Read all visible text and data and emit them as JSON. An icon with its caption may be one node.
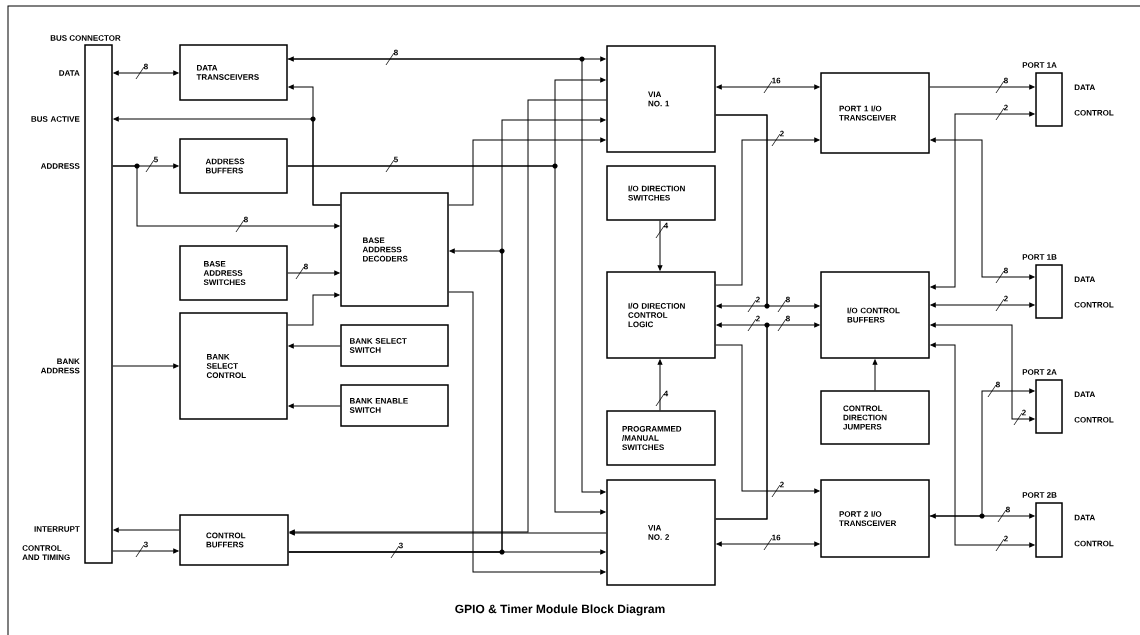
{
  "diagram": {
    "title": "GPIO & Timer Module Block Diagram",
    "nodes": [
      {
        "text": [
          "BUS CONNECTOR"
        ],
        "beside": [
          "DATA",
          "BUS ACTIVE",
          "ADDRESS",
          "BANK ADDRESS",
          "INTERRUPT",
          "CONTROL AND TIMING"
        ]
      },
      {
        "text": [
          "DATA TRANSCEIVERS"
        ]
      },
      {
        "text": [
          "ADDRESS BUFFERS"
        ]
      },
      {
        "text": [
          "BASE ADDRESS DECODERS"
        ]
      },
      {
        "text": [
          "BASE ADDRESS SWITCHES"
        ]
      },
      {
        "text": [
          "BANK SELECT CONTROL"
        ]
      },
      {
        "text": [
          "BANK SELECT SWITCH"
        ]
      },
      {
        "text": [
          "BANK ENABLE SWITCH"
        ]
      },
      {
        "text": [
          "CONTROL BUFFERS"
        ]
      },
      {
        "text": [
          "VIA NO. 1"
        ]
      },
      {
        "text": [
          "I/O DIRECTION SWITCHES"
        ]
      },
      {
        "text": [
          "I/O DIRECTION CONTROL LOGIC"
        ]
      },
      {
        "text": [
          "PROGRAMMED /MANUAL SWITCHES"
        ]
      },
      {
        "text": [
          "VIA NO. 2"
        ]
      },
      {
        "text": [
          "PORT 1 I/O TRANSCEIVER"
        ]
      },
      {
        "text": [
          "I/O CONTROL BUFFERS"
        ]
      },
      {
        "text": [
          "CONTROL DIRECTION JUMPERS"
        ]
      },
      {
        "text": [
          "PORT 2 I/O TRANSCEIVER"
        ]
      },
      {
        "text": [
          "PORT 1A"
        ],
        "beside": [
          "DATA",
          "CONTROL"
        ]
      },
      {
        "text": [
          "PORT 1B"
        ],
        "beside": [
          "DATA",
          "CONTROL"
        ]
      },
      {
        "text": [
          "PORT 2A"
        ],
        "beside": [
          "DATA",
          "CONTROL"
        ]
      },
      {
        "text": [
          "PORT 2B"
        ],
        "beside": [
          "DATA",
          "CONTROL"
        ]
      }
    ],
    "edges": [
      {
        "from": 0,
        "to": 1,
        "arrow": "both",
        "label": "8"
      },
      {
        "from": 9,
        "to": 1,
        "arrow": "both",
        "label": "8"
      },
      {
        "from": 1,
        "to": 13,
        "arrow": "to"
      },
      {
        "from": 3,
        "to": 1,
        "arrow": "to"
      },
      {
        "from": 3,
        "to": 0,
        "arrow": "to"
      },
      {
        "from": 0,
        "to": 2,
        "arrow": "to",
        "label": "5"
      },
      {
        "from": 2,
        "to": 9,
        "arrow": "to",
        "label": "5"
      },
      {
        "from": 2,
        "to": 13,
        "arrow": "to"
      },
      {
        "from": 0,
        "to": 3,
        "arrow": "to",
        "label": "8"
      },
      {
        "from": 4,
        "to": 3,
        "arrow": "to",
        "label": "8"
      },
      {
        "from": 5,
        "to": 3,
        "arrow": "to"
      },
      {
        "from": 3,
        "to": 9,
        "arrow": "to"
      },
      {
        "from": 3,
        "to": 13,
        "arrow": "to"
      },
      {
        "from": 0,
        "to": 5,
        "arrow": "to"
      },
      {
        "from": 6,
        "to": 5,
        "arrow": "to"
      },
      {
        "from": 7,
        "to": 5,
        "arrow": "to"
      },
      {
        "from": 8,
        "to": 0,
        "arrow": "to"
      },
      {
        "from": 0,
        "to": 8,
        "arrow": "to",
        "label": "3"
      },
      {
        "from": 9,
        "to": 8,
        "arrow": "to"
      },
      {
        "from": 13,
        "to": 8,
        "arrow": "to"
      },
      {
        "from": 8,
        "to": 13,
        "arrow": "to",
        "label": "3"
      },
      {
        "from": 8,
        "to": 9,
        "arrow": "to"
      },
      {
        "from": 8,
        "to": 3,
        "arrow": "to"
      },
      {
        "from": 9,
        "to": 14,
        "arrow": "both",
        "label": "16"
      },
      {
        "from": 13,
        "to": 17,
        "arrow": "both",
        "label": "16"
      },
      {
        "from": 9,
        "to": 11,
        "arrow": "to",
        "label": "2"
      },
      {
        "from": 9,
        "to": 15,
        "arrow": "to",
        "label": "8"
      },
      {
        "from": 13,
        "to": 11,
        "arrow": "to",
        "label": "2"
      },
      {
        "from": 13,
        "to": 15,
        "arrow": "to",
        "label": "8"
      },
      {
        "from": 11,
        "to": 14,
        "arrow": "to",
        "label": "2"
      },
      {
        "from": 11,
        "to": 17,
        "arrow": "to",
        "label": "2"
      },
      {
        "from": 10,
        "to": 11,
        "arrow": "to",
        "label": "4"
      },
      {
        "from": 12,
        "to": 11,
        "arrow": "to",
        "label": "4"
      },
      {
        "from": 16,
        "to": 15,
        "arrow": "to"
      },
      {
        "from": 14,
        "to": 18,
        "arrow": "to",
        "label": "8"
      },
      {
        "from": 15,
        "to": 18,
        "arrow": "both",
        "label": "2"
      },
      {
        "from": 14,
        "to": 19,
        "arrow": "both",
        "label": "8"
      },
      {
        "from": 15,
        "to": 19,
        "arrow": "both",
        "label": "2"
      },
      {
        "from": 15,
        "to": 20,
        "arrow": "both",
        "label": "2"
      },
      {
        "from": 17,
        "to": 20,
        "arrow": "to",
        "label": "8"
      },
      {
        "from": 17,
        "to": 21,
        "arrow": "both",
        "label": "8"
      },
      {
        "from": 15,
        "to": 21,
        "arrow": "both",
        "label": "2"
      }
    ]
  }
}
